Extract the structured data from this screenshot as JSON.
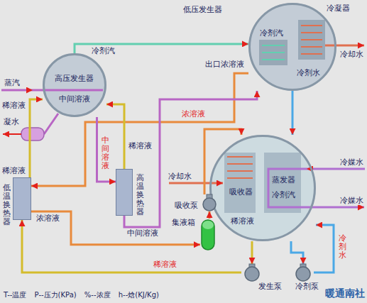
{
  "diagram": {
    "nodes": [
      {
        "text": [
          "低压发生器",
          "冷凝器"
        ]
      },
      {
        "text": [
          "高压发生器"
        ]
      },
      {
        "text": [
          "低温换热器"
        ]
      },
      {
        "text": [
          "高温换热器"
        ]
      },
      {
        "text": [
          "吸收器",
          "蒸发器"
        ]
      },
      {
        "text": [
          "吸收泵"
        ]
      },
      {
        "text": [
          "集液箱"
        ]
      },
      {
        "text": [
          "发生泵"
        ]
      },
      {
        "text": [
          "冷剂泵"
        ]
      }
    ],
    "edges": [
      {
        "from": 1,
        "to": 0,
        "arrow": "to",
        "label": "冷剂汽"
      },
      {
        "from": 0,
        "to": 4,
        "arrow": "to"
      },
      {
        "from": 0,
        "to": 2,
        "arrow": "to",
        "label": "浓溶液"
      },
      {
        "from": 2,
        "to": 6,
        "arrow": "to",
        "label": "浓溶液"
      },
      {
        "from": 1,
        "to": 3,
        "arrow": "to",
        "label": "中间溶液"
      },
      {
        "from": 3,
        "to": 1,
        "arrow": "to",
        "label": "稀溶液"
      },
      {
        "from": 2,
        "to": 1,
        "arrow": "to",
        "label": "稀溶液"
      },
      {
        "from": 7,
        "to": 2,
        "arrow": "to",
        "label": "稀溶液"
      },
      {
        "from": 4,
        "to": 7,
        "arrow": "to"
      },
      {
        "from": 6,
        "to": 5,
        "arrow": "to"
      },
      {
        "from": 5,
        "to": 4,
        "arrow": "to"
      },
      {
        "from": 8,
        "to": 4,
        "arrow": "to",
        "label": "冷剂水"
      },
      {
        "from": 4,
        "to": 8,
        "arrow": "to"
      },
      {
        "from": 3,
        "to": 0,
        "arrow": "to",
        "label": "中间溶液"
      }
    ],
    "labels": [
      "冷剂汽",
      "出口浓溶液",
      "冷剂水",
      "冷却水",
      "蒸汽",
      "中间溶液",
      "凝水",
      "稀溶液",
      "冷却水",
      "冷媒水",
      "冷媒水",
      "冷剂汽",
      "稀溶液",
      "T--温度 P--压力(KPa) %--浓度 h--焓(KJ/Kg)",
      "暖通南社"
    ]
  }
}
